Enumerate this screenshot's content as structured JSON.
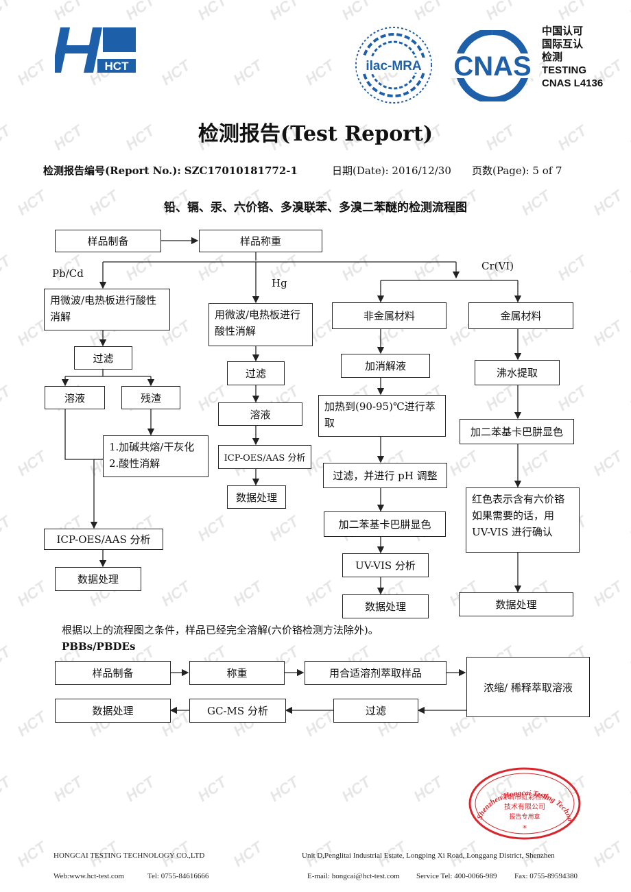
{
  "header": {
    "logo_text": "HCT",
    "ilac_text": "ilac-MRA",
    "cnas_logo_text": "CNAS",
    "cnas_lines": [
      "中国认可",
      "国际互认",
      "检测",
      "TESTING",
      "CNAS L4136"
    ]
  },
  "title": "检测报告(Test Report)",
  "report": {
    "no_label": "检测报告编号(Report No.):",
    "no_value": "SZC17010181772-1",
    "date_label": "日期(Date):",
    "date_value": "2016/12/30",
    "page_label": "页数(Page):",
    "page_value": "5 of 7"
  },
  "flow_title": "铅、镉、汞、六价铬、多溴联苯、多溴二苯醚的检测流程图",
  "flow1": {
    "prep": "样品制备",
    "weigh": "样品称重",
    "label_pbcd": "Pb/Cd",
    "label_hg": "Hg",
    "label_cr": "Cr(VI)",
    "pbcd": {
      "digest": "用微波/电热板进行酸性消解",
      "filter": "过滤",
      "solution": "溶液",
      "residue": "残渣",
      "treat_1": "1.加碱共熔/干灰化",
      "treat_2": "2.酸性消解",
      "analysis": "ICP-OES/AAS 分析",
      "data": "数据处理"
    },
    "hg": {
      "digest": "用微波/电热板进行酸性消解",
      "filter": "过滤",
      "solution": "溶液",
      "analysis": "ICP-OES/AAS 分析",
      "data": "数据处理"
    },
    "nonmetal": {
      "head": "非金属材料",
      "add": "加消解液",
      "heat": "加热到(90-95)℃进行萃取",
      "filter": "过滤，并进行 pH 调整",
      "color": "加二苯基卡巴肼显色",
      "uv": "UV-VIS 分析",
      "data": "数据处理"
    },
    "metal": {
      "head": "金属材料",
      "boil": "沸水提取",
      "color": "加二苯基卡巴肼显色",
      "result_1": "红色表示含有六价铬",
      "result_2": "如果需要的话，用",
      "result_3": "UV-VIS 进行确认",
      "data": "数据处理"
    }
  },
  "note": "根据以上的流程图之条件，样品已经完全溶解(六价铬检测方法除外)。",
  "pbb_label": "PBBs/PBDEs",
  "flow2": {
    "prep": "样品制备",
    "weigh": "称重",
    "extract": "用合适溶剂萃取样品",
    "concentrate": "浓缩/ 稀释萃取溶液",
    "filter": "过滤",
    "gcms": "GC-MS 分析",
    "data": "数据处理"
  },
  "stamp": {
    "ring": "Shenzhen Hongcai Testing Technology Co.,Ltd",
    "line1": "深圳市虹彩检测",
    "line2": "技术有限公司",
    "line3": "报告专用章"
  },
  "footer": {
    "company": "HONGCAI TESTING TECHNOLOGY CO.,LTD",
    "address": "Unit D,Penglitai Industrial Estate, Longping Xi Road, Longgang District, Shenzhen",
    "web": "Web:www.hct-test.com",
    "tel": "Tel: 0755-84616666",
    "email": "E-mail: hongcai@hct-test.com",
    "service": "Service Tel: 400-0066-989",
    "fax": "Fax: 0755-89594380"
  },
  "colors": {
    "logo_blue": "#1d5fa8",
    "stamp_red": "#d8262c",
    "watermark": "#e8e8e8"
  }
}
